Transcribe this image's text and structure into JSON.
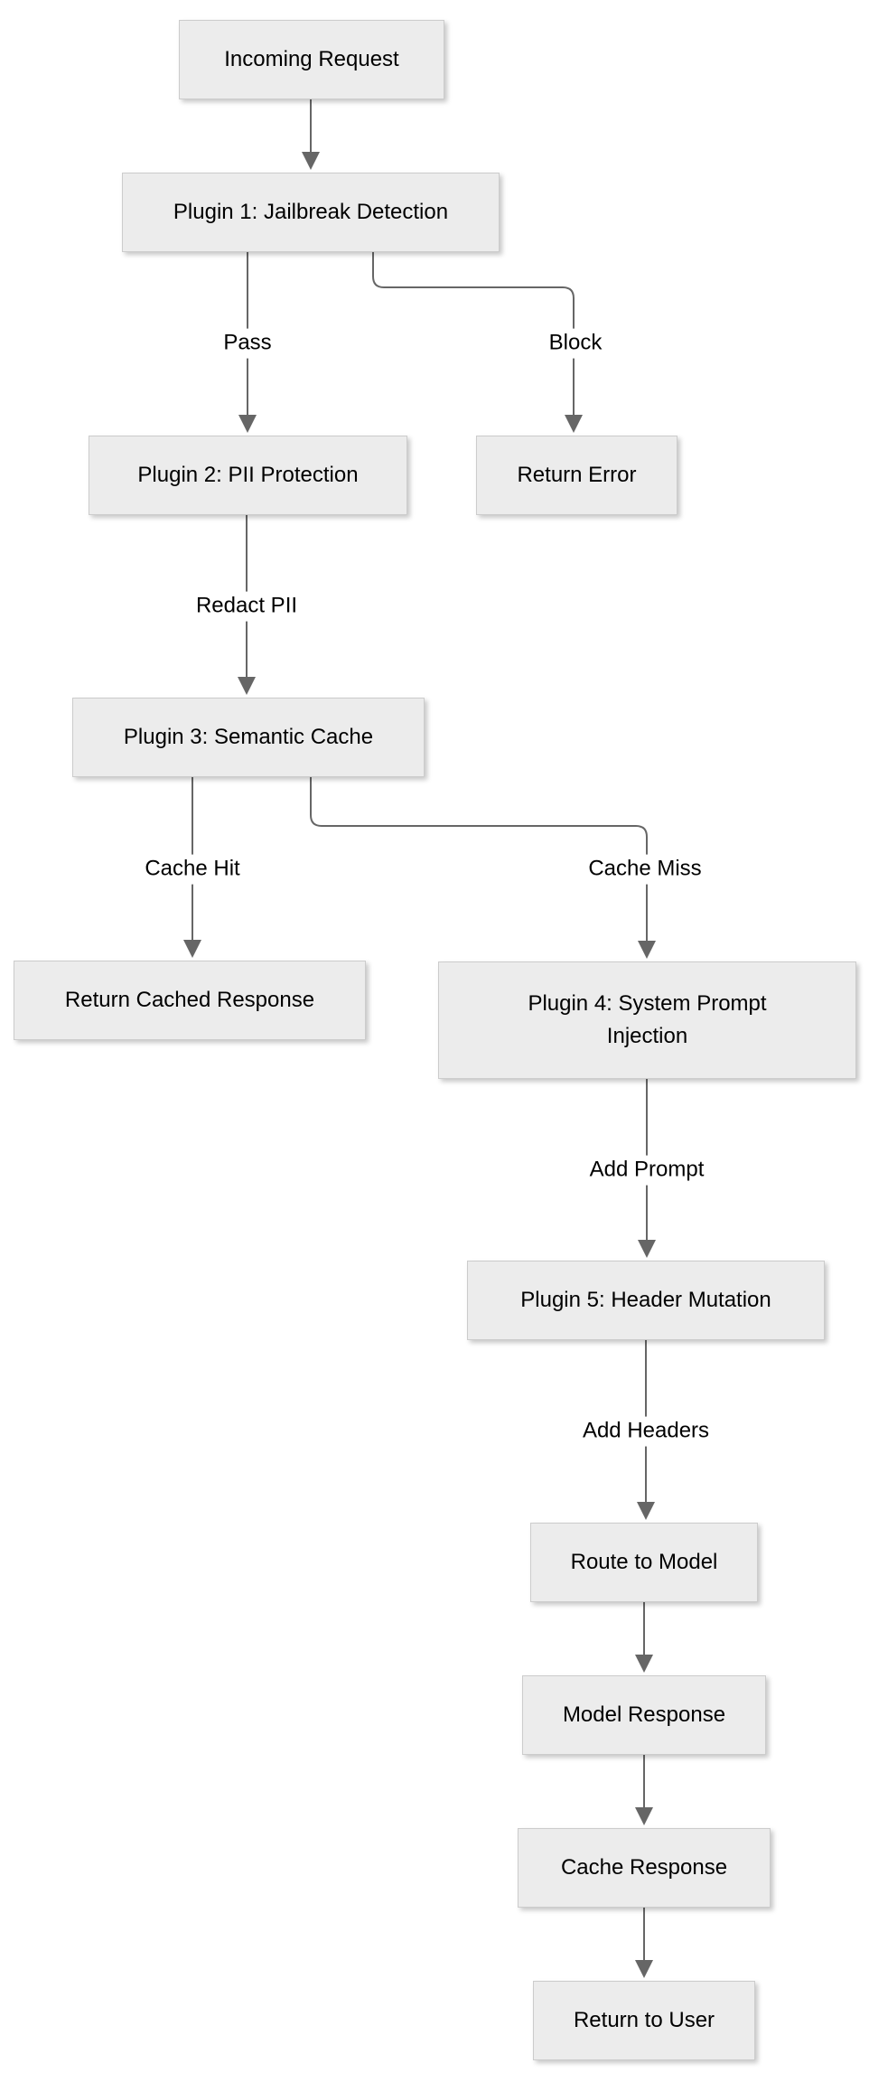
{
  "diagram": {
    "type": "flowchart",
    "direction": "top-down",
    "nodes": [
      {
        "id": "incoming-request",
        "label": "Incoming Request"
      },
      {
        "id": "plugin1",
        "label": "Plugin 1: Jailbreak Detection"
      },
      {
        "id": "plugin2",
        "label": "Plugin 2: PII Protection"
      },
      {
        "id": "return-error",
        "label": "Return Error"
      },
      {
        "id": "plugin3",
        "label": "Plugin 3: Semantic Cache"
      },
      {
        "id": "return-cached-response",
        "label": "Return Cached Response"
      },
      {
        "id": "plugin4",
        "label": "Plugin 4: System Prompt\nInjection"
      },
      {
        "id": "plugin5",
        "label": "Plugin 5: Header Mutation"
      },
      {
        "id": "route-to-model",
        "label": "Route to Model"
      },
      {
        "id": "model-response",
        "label": "Model Response"
      },
      {
        "id": "cache-response",
        "label": "Cache Response"
      },
      {
        "id": "return-to-user",
        "label": "Return to User"
      }
    ],
    "edges": [
      {
        "from": "incoming-request",
        "to": "plugin1",
        "label": ""
      },
      {
        "from": "plugin1",
        "to": "plugin2",
        "label": "Pass"
      },
      {
        "from": "plugin1",
        "to": "return-error",
        "label": "Block"
      },
      {
        "from": "plugin2",
        "to": "plugin3",
        "label": "Redact PII"
      },
      {
        "from": "plugin3",
        "to": "return-cached-response",
        "label": "Cache Hit"
      },
      {
        "from": "plugin3",
        "to": "plugin4",
        "label": "Cache Miss"
      },
      {
        "from": "plugin4",
        "to": "plugin5",
        "label": "Add Prompt"
      },
      {
        "from": "plugin5",
        "to": "route-to-model",
        "label": "Add Headers"
      },
      {
        "from": "route-to-model",
        "to": "model-response",
        "label": ""
      },
      {
        "from": "model-response",
        "to": "cache-response",
        "label": ""
      },
      {
        "from": "cache-response",
        "to": "return-to-user",
        "label": ""
      }
    ],
    "colors": {
      "node_fill": "#ececec",
      "node_border": "#cccccc",
      "edge_color": "#666666",
      "text_color": "#000000",
      "edge_label_bg": "#ffffff",
      "background": "#ffffff"
    }
  }
}
